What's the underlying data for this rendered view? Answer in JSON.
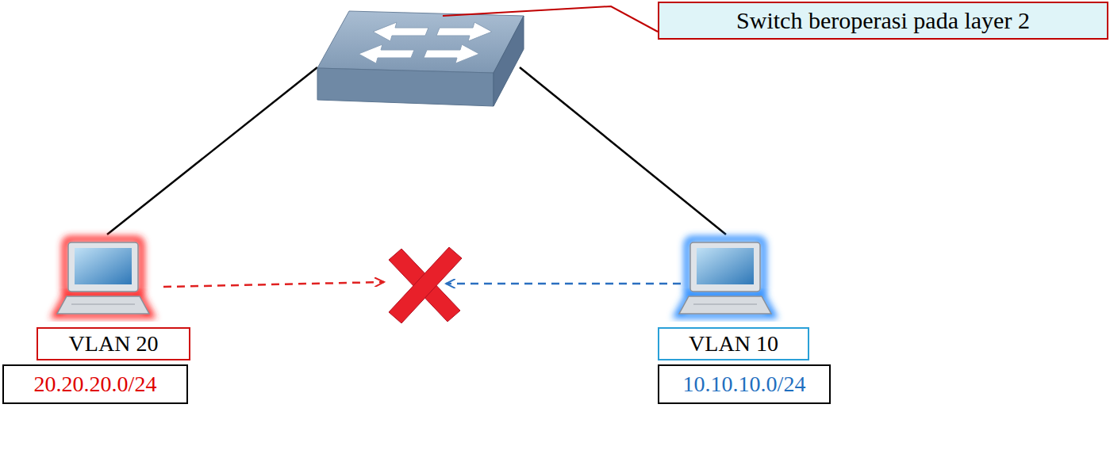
{
  "diagram": {
    "nodes": [
      {
        "text": [
          "Switch beroperasi pada layer 2"
        ]
      },
      {
        "text": [
          "VLAN 20"
        ]
      },
      {
        "text": [
          "20.20.20.0/24"
        ]
      },
      {
        "text": [
          "VLAN 10"
        ]
      },
      {
        "text": [
          "10.10.10.0/24"
        ]
      }
    ]
  }
}
